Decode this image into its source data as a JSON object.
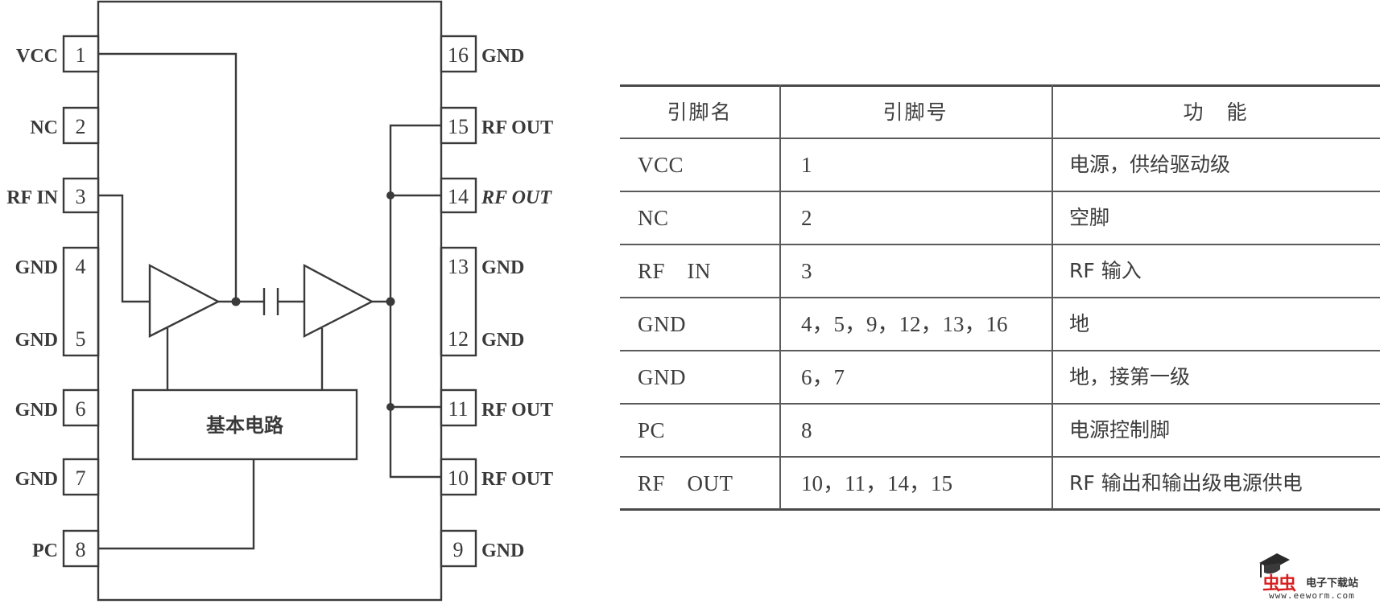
{
  "diagram": {
    "block_label": "基本电路",
    "left_pins": [
      {
        "num": "1",
        "label": "VCC"
      },
      {
        "num": "2",
        "label": "NC"
      },
      {
        "num": "3",
        "label": "RF IN"
      },
      {
        "num": "4",
        "label": "GND"
      },
      {
        "num": "5",
        "label": "GND"
      },
      {
        "num": "6",
        "label": "GND"
      },
      {
        "num": "7",
        "label": "GND"
      },
      {
        "num": "8",
        "label": "PC"
      }
    ],
    "right_pins": [
      {
        "num": "16",
        "label": "GND"
      },
      {
        "num": "15",
        "label": "RF OUT"
      },
      {
        "num": "14",
        "label": "RF OUT"
      },
      {
        "num": "13",
        "label": "GND"
      },
      {
        "num": "12",
        "label": "GND"
      },
      {
        "num": "11",
        "label": "RF OUT"
      },
      {
        "num": "10",
        "label": "RF OUT"
      },
      {
        "num": "9",
        "label": "GND"
      }
    ],
    "components": [
      "amplifier-stage-1",
      "coupling-capacitor",
      "amplifier-stage-2"
    ]
  },
  "table": {
    "headers": [
      "引脚名",
      "引脚号",
      "功　能"
    ],
    "rows": [
      {
        "name": "VCC",
        "pins": "1",
        "function": "电源，供给驱动级"
      },
      {
        "name": "NC",
        "pins": "2",
        "function": "空脚"
      },
      {
        "name": "RF　IN",
        "pins": "3",
        "function": "RF 输入"
      },
      {
        "name": "GND",
        "pins": "4，5，9，12，13，16",
        "function": "地"
      },
      {
        "name": "GND",
        "pins": "6，7",
        "function": "地，接第一级"
      },
      {
        "name": "PC",
        "pins": "8",
        "function": "电源控制脚"
      },
      {
        "name": "RF　OUT",
        "pins": "10，11，14，15",
        "function": "RF 输出和输出级电源供电"
      }
    ]
  },
  "watermark": {
    "brand": "虫虫",
    "site_name": "电子下载站",
    "url": "www.eeworm.com",
    "brand_color": "#d81e1e"
  }
}
